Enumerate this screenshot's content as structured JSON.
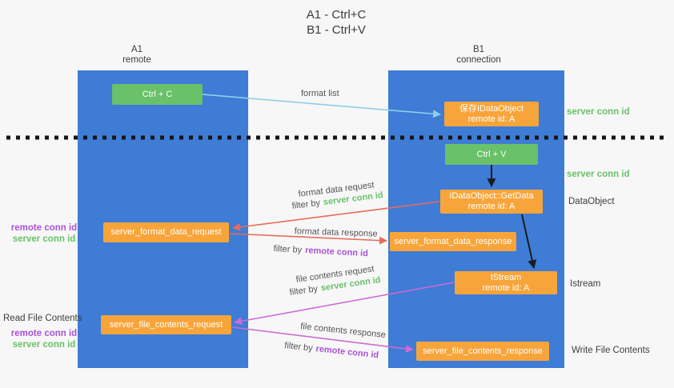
{
  "title": {
    "line1": "A1 - Ctrl+C",
    "line2": "B1 - Ctrl+V"
  },
  "lanes": {
    "a": {
      "title": "A1",
      "subtitle": "remote"
    },
    "b": {
      "title": "B1",
      "subtitle": "connection"
    }
  },
  "nodes": {
    "ctrl_c": {
      "label": "Ctrl + C"
    },
    "ctrl_v": {
      "label": "Ctrl + V"
    },
    "save_dataobject": {
      "line1": "保存IDataObject",
      "line2": "remote id: A"
    },
    "getdata": {
      "line1": "IDataObject::GetData",
      "line2": "remote id: A"
    },
    "istream": {
      "line1": "IStream",
      "line2": "remote id: A"
    },
    "format_request": {
      "label": "server_format_data_request"
    },
    "format_response": {
      "label": "server_format_data_response"
    },
    "file_request": {
      "label": "server_file_contents_request"
    },
    "file_response": {
      "label": "server_file_contents_response"
    }
  },
  "arrow_labels": {
    "format_list": "format list",
    "format_data_request": "format data request",
    "format_data_response": "format data response",
    "file_contents_request": "file contents request",
    "file_contents_response": "file contents response",
    "filter_by": "filter by",
    "server_conn_id": "server conn id",
    "remote_conn_id": "remote conn id"
  },
  "side_labels": {
    "server_conn_id": "server conn id",
    "remote_conn_id": "remote conn id",
    "dataobject": "DataObject",
    "istream": "Istream",
    "read_file_contents": "Read File Contents",
    "write_file_contents": "Write File Contents"
  },
  "colors": {
    "lane_blue": "#3e7cd6",
    "node_green": "#69c169",
    "node_orange": "#f7a53a",
    "arrow_blue": "#8ecfeb",
    "arrow_red": "#e96a5a",
    "arrow_magenta": "#cf6ad6",
    "arrow_black": "#1b1b1b",
    "text_green": "#69c169",
    "text_purple": "#a952d5"
  }
}
